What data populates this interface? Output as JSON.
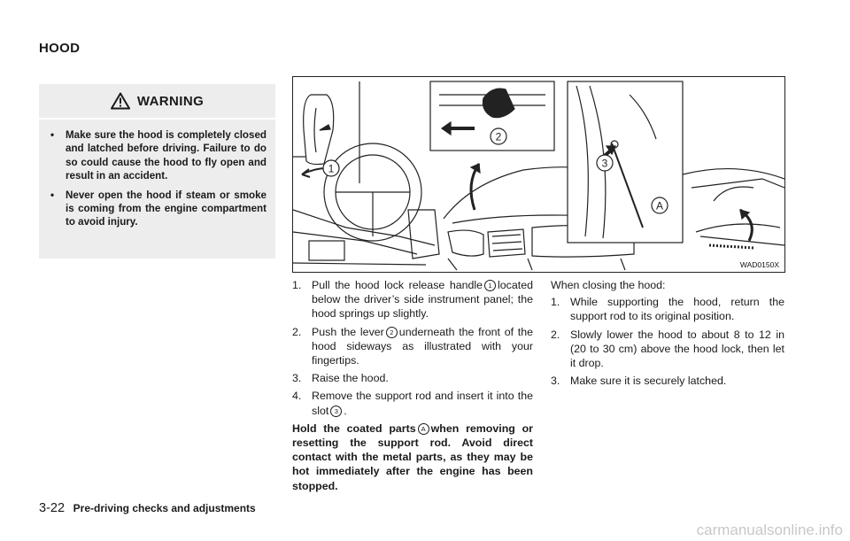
{
  "section": {
    "title": "HOOD"
  },
  "warning": {
    "title": "WARNING",
    "items": [
      "Make sure the hood is completely closed and latched before driving. Failure to do so could cause the hood to fly open and result in an accident.",
      "Never open the hood if steam or smoke is coming from the engine compartment to avoid injury."
    ]
  },
  "illustration": {
    "code": "WAD0150X",
    "callouts": [
      "1",
      "2",
      "3",
      "A"
    ]
  },
  "steps": [
    {
      "num": "1.",
      "before": "Pull the hood lock release handle",
      "marker": "1",
      "after": "located below the driver’s side instrument panel; the hood springs up slightly."
    },
    {
      "num": "2.",
      "before": "Push the lever",
      "marker": "2",
      "after": "underneath the front of the hood sideways as illustrated with your fingertips."
    },
    {
      "num": "3.",
      "before": "Raise the hood.",
      "marker": "",
      "after": ""
    },
    {
      "num": "4.",
      "before": "Remove the support rod and insert it into the slot",
      "marker": "3",
      "after": "."
    }
  ],
  "note": {
    "before": "Hold the coated parts",
    "marker": "A",
    "after": "when removing or resetting the support rod. Avoid direct contact with the metal parts, as they may be hot immediately after the engine has been stopped."
  },
  "closing": {
    "intro": "When closing the hood:",
    "steps": [
      {
        "num": "1.",
        "text": "While supporting the hood, return the support rod to its original position."
      },
      {
        "num": "2.",
        "text": "Slowly lower the hood to about 8 to 12 in (20 to 30 cm) above the hood lock, then let it drop."
      },
      {
        "num": "3.",
        "text": "Make sure it is securely latched."
      }
    ]
  },
  "footer": {
    "page": "3-22",
    "chapter": "Pre-driving checks and adjustments"
  },
  "watermark": "carmanualsonline.info"
}
